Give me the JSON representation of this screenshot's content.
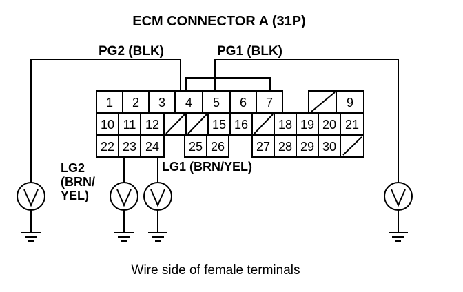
{
  "title": "ECM CONNECTOR A (31P)",
  "labels": {
    "pg2": "PG2 (BLK)",
    "pg1": "PG1 (BLK)",
    "lg1": "LG1 (BRN/YEL)",
    "lg2_line1": "LG2",
    "lg2_line2": "(BRN/",
    "lg2_line3": "YEL)"
  },
  "caption": "Wire side of female terminals",
  "terminals": {
    "t1": "1",
    "t2": "2",
    "t3": "3",
    "t4": "4",
    "t5": "5",
    "t6": "6",
    "t7": "7",
    "t9": "9",
    "t10": "10",
    "t11": "11",
    "t12": "12",
    "t15": "15",
    "t16": "16",
    "t18": "18",
    "t19": "19",
    "t20": "20",
    "t21": "21",
    "t22": "22",
    "t23": "23",
    "t24": "24",
    "t25": "25",
    "t26": "26",
    "t27": "27",
    "t28": "28",
    "t29": "29",
    "t30": "30"
  },
  "meters": [
    "voltmeter-pg2",
    "voltmeter-lg2",
    "voltmeter-lg1",
    "voltmeter-pg1"
  ],
  "meter_symbol": "V"
}
